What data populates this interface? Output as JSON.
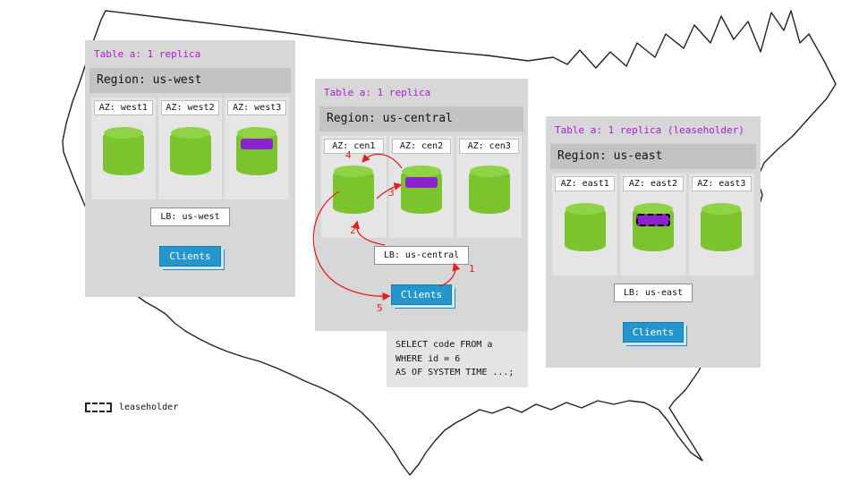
{
  "regions": [
    {
      "table_label": "Table a: 1 replica",
      "title": "Region: us-west",
      "azs": [
        {
          "label": "AZ: west1",
          "replica": false
        },
        {
          "label": "AZ: west2",
          "replica": false
        },
        {
          "label": "AZ: west3",
          "replica": true
        }
      ],
      "lb_label": "LB: us-west",
      "clients_label": "Clients"
    },
    {
      "table_label": "Table a: 1 replica",
      "title": "Region: us-central",
      "azs": [
        {
          "label": "AZ: cen1",
          "replica": false
        },
        {
          "label": "AZ: cen2",
          "replica": true
        },
        {
          "label": "AZ: cen3",
          "replica": false
        }
      ],
      "lb_label": "LB: us-central",
      "clients_label": "Clients"
    },
    {
      "table_label": "Table a: 1 replica (leaseholder)",
      "title": "Region: us-east",
      "azs": [
        {
          "label": "AZ: east1",
          "replica": false
        },
        {
          "label": "AZ: east2",
          "replica": true,
          "leaseholder": true
        },
        {
          "label": "AZ: east3",
          "replica": false
        }
      ],
      "lb_label": "LB: us-east",
      "clients_label": "Clients"
    }
  ],
  "sql": {
    "lines": [
      "SELECT code FROM a",
      "WHERE id = 6",
      "AS OF SYSTEM TIME ...;"
    ]
  },
  "arrows": [
    {
      "label": "1"
    },
    {
      "label": "2"
    },
    {
      "label": "3"
    },
    {
      "label": "4"
    },
    {
      "label": "5"
    }
  ],
  "legend": {
    "label": "leaseholder"
  },
  "colors": {
    "table_label_purple": "#a81dd6",
    "replica_band_purple": "#8d23cc",
    "cylinder_green": "#7cc42d",
    "cylinder_top_green": "#90d346",
    "clients_blue": "#2596cd",
    "arrow_red": "#e02020",
    "panel_gray": "#d7d7d7",
    "region_band_gray": "#c3c3c3"
  }
}
